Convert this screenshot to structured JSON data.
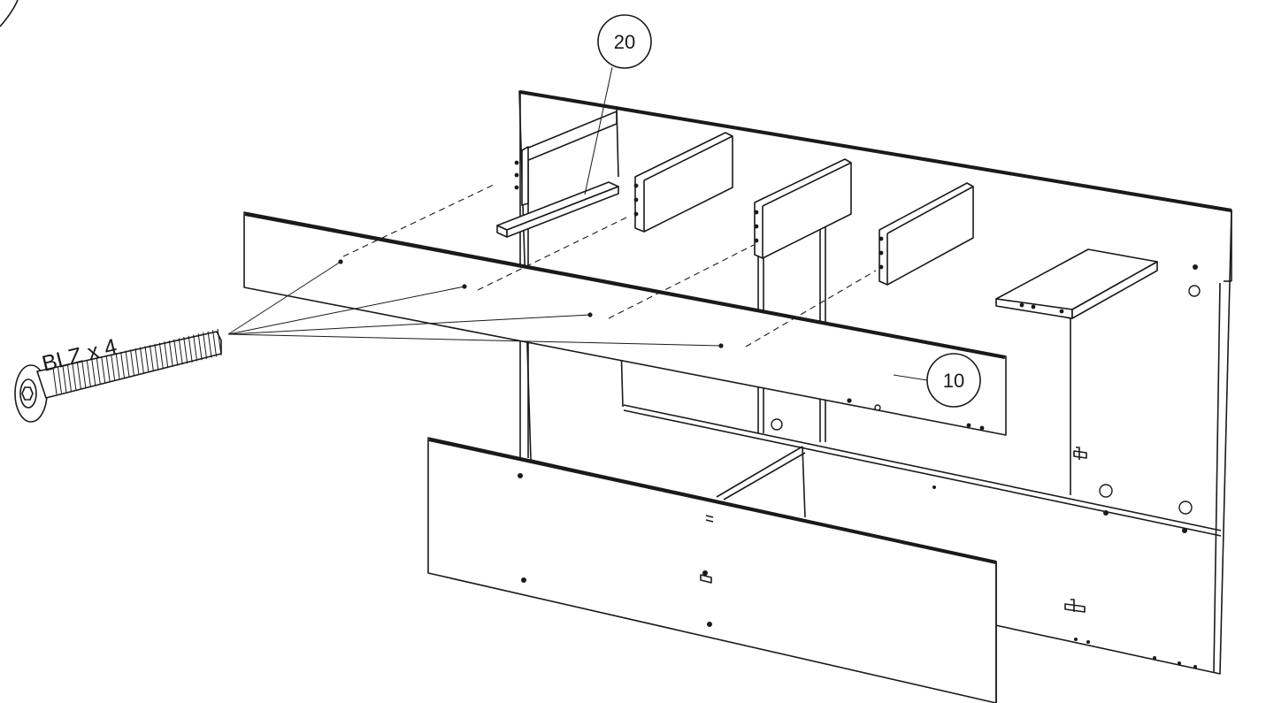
{
  "diagram": {
    "callouts": [
      {
        "id": "callout-20",
        "label": "20"
      },
      {
        "id": "callout-10",
        "label": "10"
      }
    ],
    "hardware": {
      "label": "BLZ x 4"
    }
  }
}
